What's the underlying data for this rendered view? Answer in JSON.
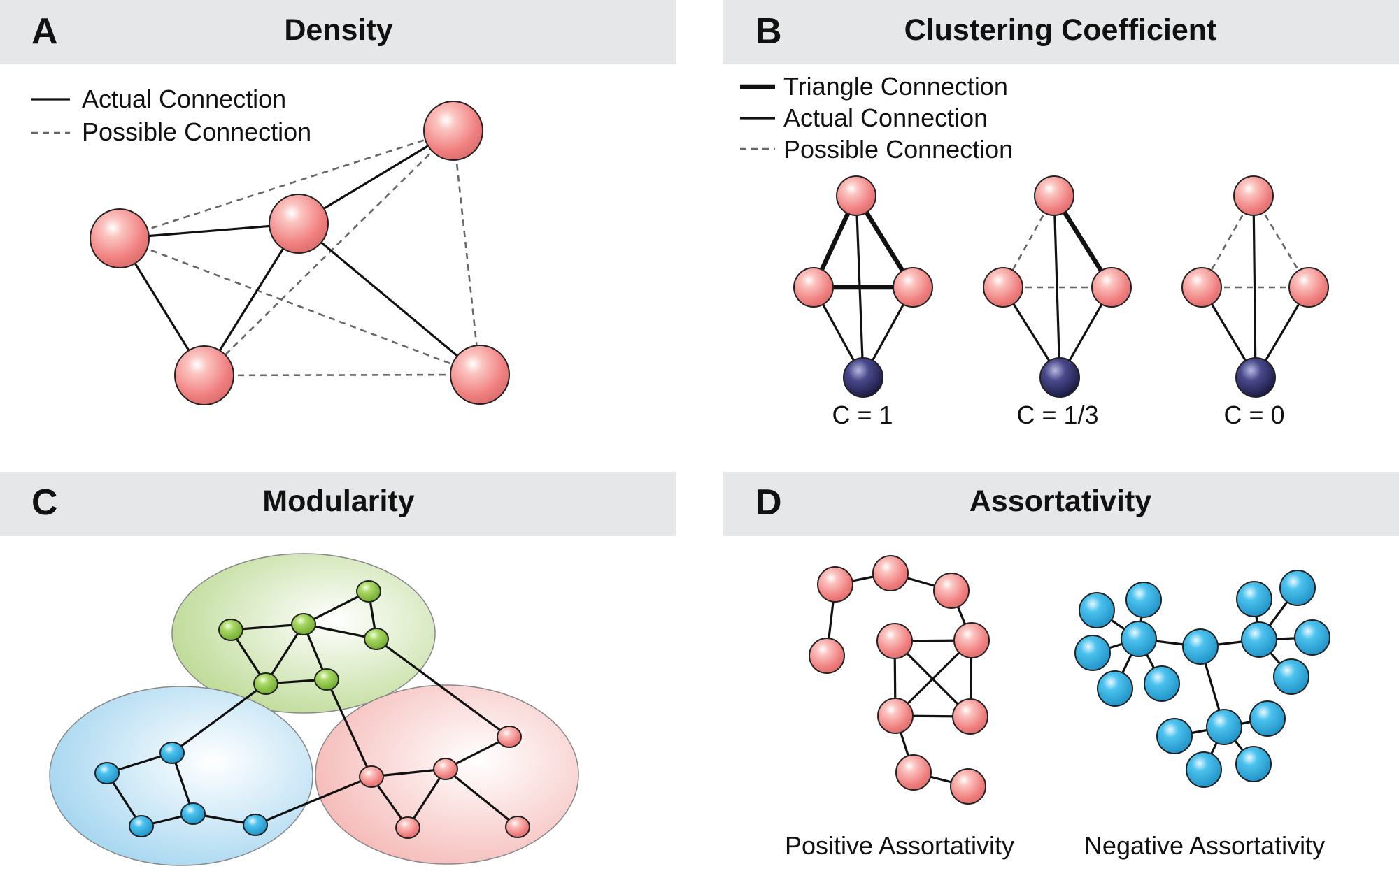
{
  "panels": {
    "a": {
      "letter": "A",
      "title": "Density",
      "legend": {
        "actual": "Actual Connection",
        "possible": "Possible Connection"
      }
    },
    "b": {
      "letter": "B",
      "title": "Clustering Coefficient",
      "legend": {
        "triangle": "Triangle Connection",
        "actual": "Actual Connection",
        "possible": "Possible Connection"
      },
      "examples": [
        {
          "label": "C = 1"
        },
        {
          "label": "C = 1/3"
        },
        {
          "label": "C = 0"
        }
      ]
    },
    "c": {
      "letter": "C",
      "title": "Modularity"
    },
    "d": {
      "letter": "D",
      "title": "Assortativity",
      "positive_label": "Positive Assortativity",
      "negative_label": "Negative Assortativity"
    }
  },
  "colors": {
    "header_bg": "#e6e7e8",
    "node_red": "#f08080",
    "node_navy": "#2c2c6e",
    "node_green": "#8dc63f",
    "node_blue": "#29abe2",
    "module_green": "#b9d88f",
    "module_blue": "#9fd3ef",
    "module_red": "#f4b6b3"
  }
}
